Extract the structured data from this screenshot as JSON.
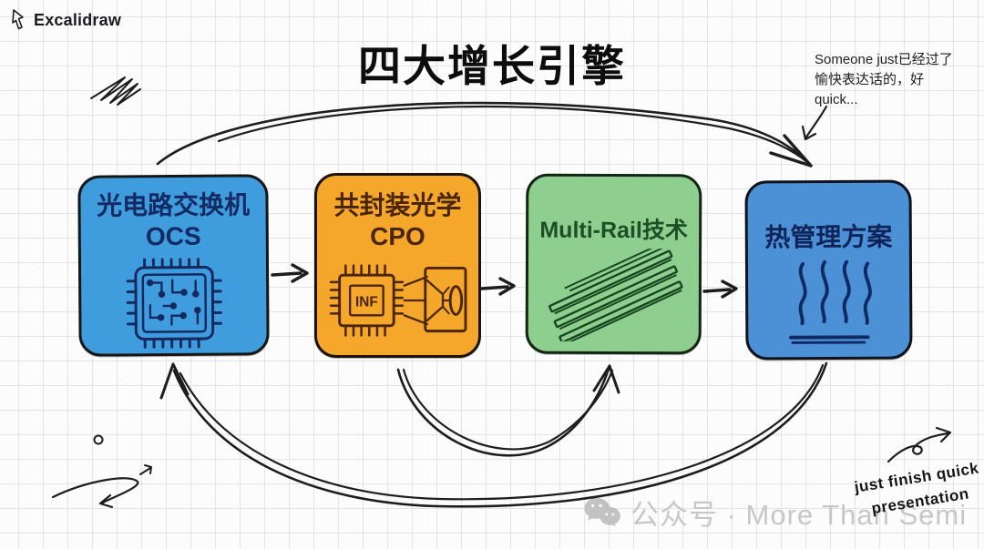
{
  "app": {
    "logo_label": "Excalidraw"
  },
  "title": "四大增长引擎",
  "notes": {
    "top_right": {
      "line1": "Someone just已经过了",
      "line2": "愉快表达话的，好",
      "line3": "quick..."
    },
    "bottom_right": {
      "line1": "just finish quick",
      "line2": "presentation"
    }
  },
  "boxes": [
    {
      "title": "光电路交换机",
      "subtitle": "OCS",
      "icon": "circuit-chip-icon",
      "fill": "#3f9cdd",
      "text_color": "#132a63"
    },
    {
      "title": "共封装光学",
      "subtitle": "CPO",
      "icon": "cpo-optics-icon",
      "icon_label": "INF",
      "fill": "#f4a72b",
      "text_color": "#4a2506"
    },
    {
      "title": "Multi-Rail技术",
      "subtitle": "",
      "icon": "rails-icon",
      "fill": "#8ecf8f",
      "text_color": "#1c4f24"
    },
    {
      "title": "热管理方案",
      "subtitle": "",
      "icon": "heat-waves-icon",
      "fill": "#4c90d5",
      "text_color": "#0f2459"
    }
  ],
  "watermark": {
    "icon": "wechat-icon",
    "text": "公众号 · More Than Semi",
    "color": "#c7c7c7"
  },
  "colors": {
    "background": "#fcfcfc",
    "grid_line": "#e4e4e4",
    "ink": "#1d1d1d",
    "title": "#0d0d0d"
  }
}
